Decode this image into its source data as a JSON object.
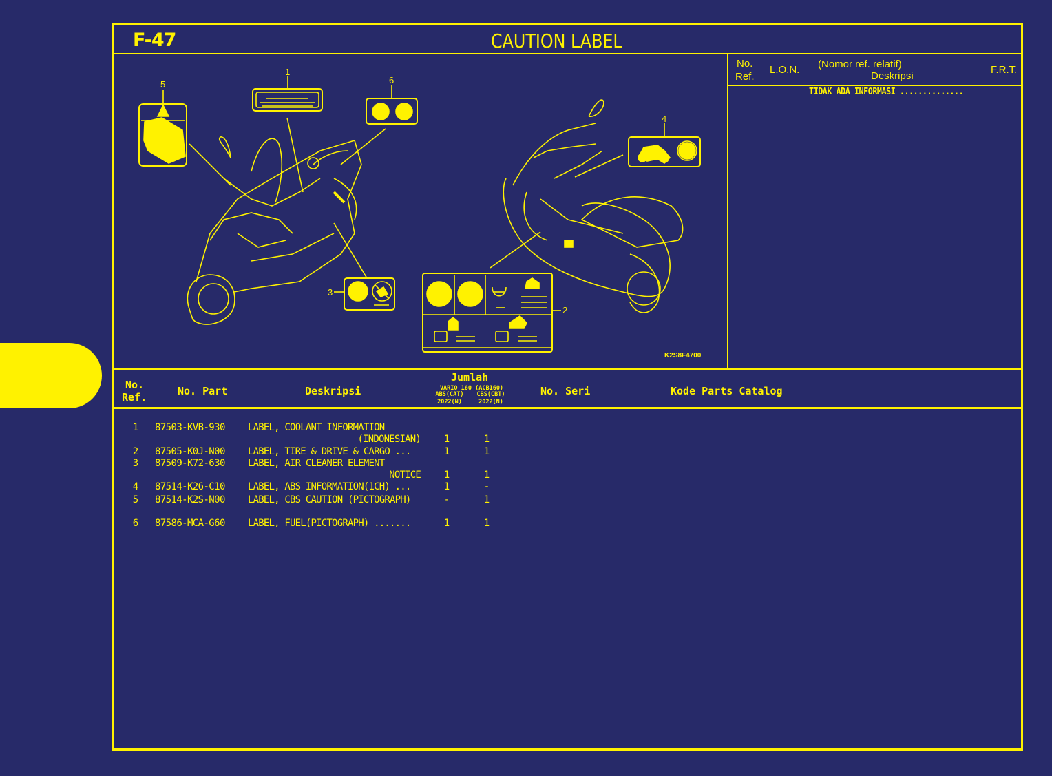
{
  "page": {
    "code": "F-47",
    "title": "CAUTION LABEL",
    "diagram_ref": "K2S8F4700"
  },
  "colors": {
    "background": "#272a69",
    "accent": "#fff200"
  },
  "diagram": {
    "callouts": [
      "1",
      "2",
      "3",
      "4",
      "5",
      "6"
    ]
  },
  "info_panel": {
    "headers": {
      "no_ref_1": "No.",
      "no_ref_2": "Ref.",
      "lon": "L.O.N.",
      "nomor": "(Nomor ref. relatif)",
      "deskripsi": "Deskripsi",
      "frt": "F.R.T."
    },
    "body": "TIDAK ADA INFORMASI .............."
  },
  "table": {
    "headers": {
      "no_ref_1": "No.",
      "no_ref_2": "Ref.",
      "no_part": "No. Part",
      "deskripsi": "Deskripsi",
      "jumlah": "Jumlah",
      "model_1": "VARIO 160 (ACB160)",
      "model_2a": "ABS(CAT)",
      "model_2b": "CBS(CBT)",
      "year_a": "2022(N)",
      "year_b": "2022(N)",
      "no_seri": "No. Seri",
      "kode": "Kode Parts Catalog"
    },
    "rows": [
      {
        "ref": "1",
        "part": "87503-KVB-930",
        "desc": "LABEL, COOLANT INFORMATION",
        "desc2": "(INDONESIAN)",
        "abs": "1",
        "cbs": "1"
      },
      {
        "ref": "2",
        "part": "87505-K0J-N00",
        "desc": "LABEL, TIRE & DRIVE & CARGO ...",
        "desc2": "",
        "abs": "1",
        "cbs": "1"
      },
      {
        "ref": "3",
        "part": "87509-K72-630",
        "desc": "LABEL, AIR CLEANER ELEMENT",
        "desc2": "NOTICE",
        "abs": "1",
        "cbs": "1"
      },
      {
        "ref": "4",
        "part": "87514-K26-C10",
        "desc": "LABEL, ABS INFORMATION(1CH) ...",
        "desc2": "",
        "abs": "1",
        "cbs": "-"
      },
      {
        "ref": "5",
        "part": "87514-K2S-N00",
        "desc": "LABEL, CBS CAUTION (PICTOGRAPH)",
        "desc2": "",
        "abs": "-",
        "cbs": "1"
      },
      {
        "ref": "6",
        "part": "87586-MCA-G60",
        "desc": "LABEL, FUEL(PICTOGRAPH) .......",
        "desc2": "",
        "abs": "1",
        "cbs": "1"
      }
    ]
  }
}
